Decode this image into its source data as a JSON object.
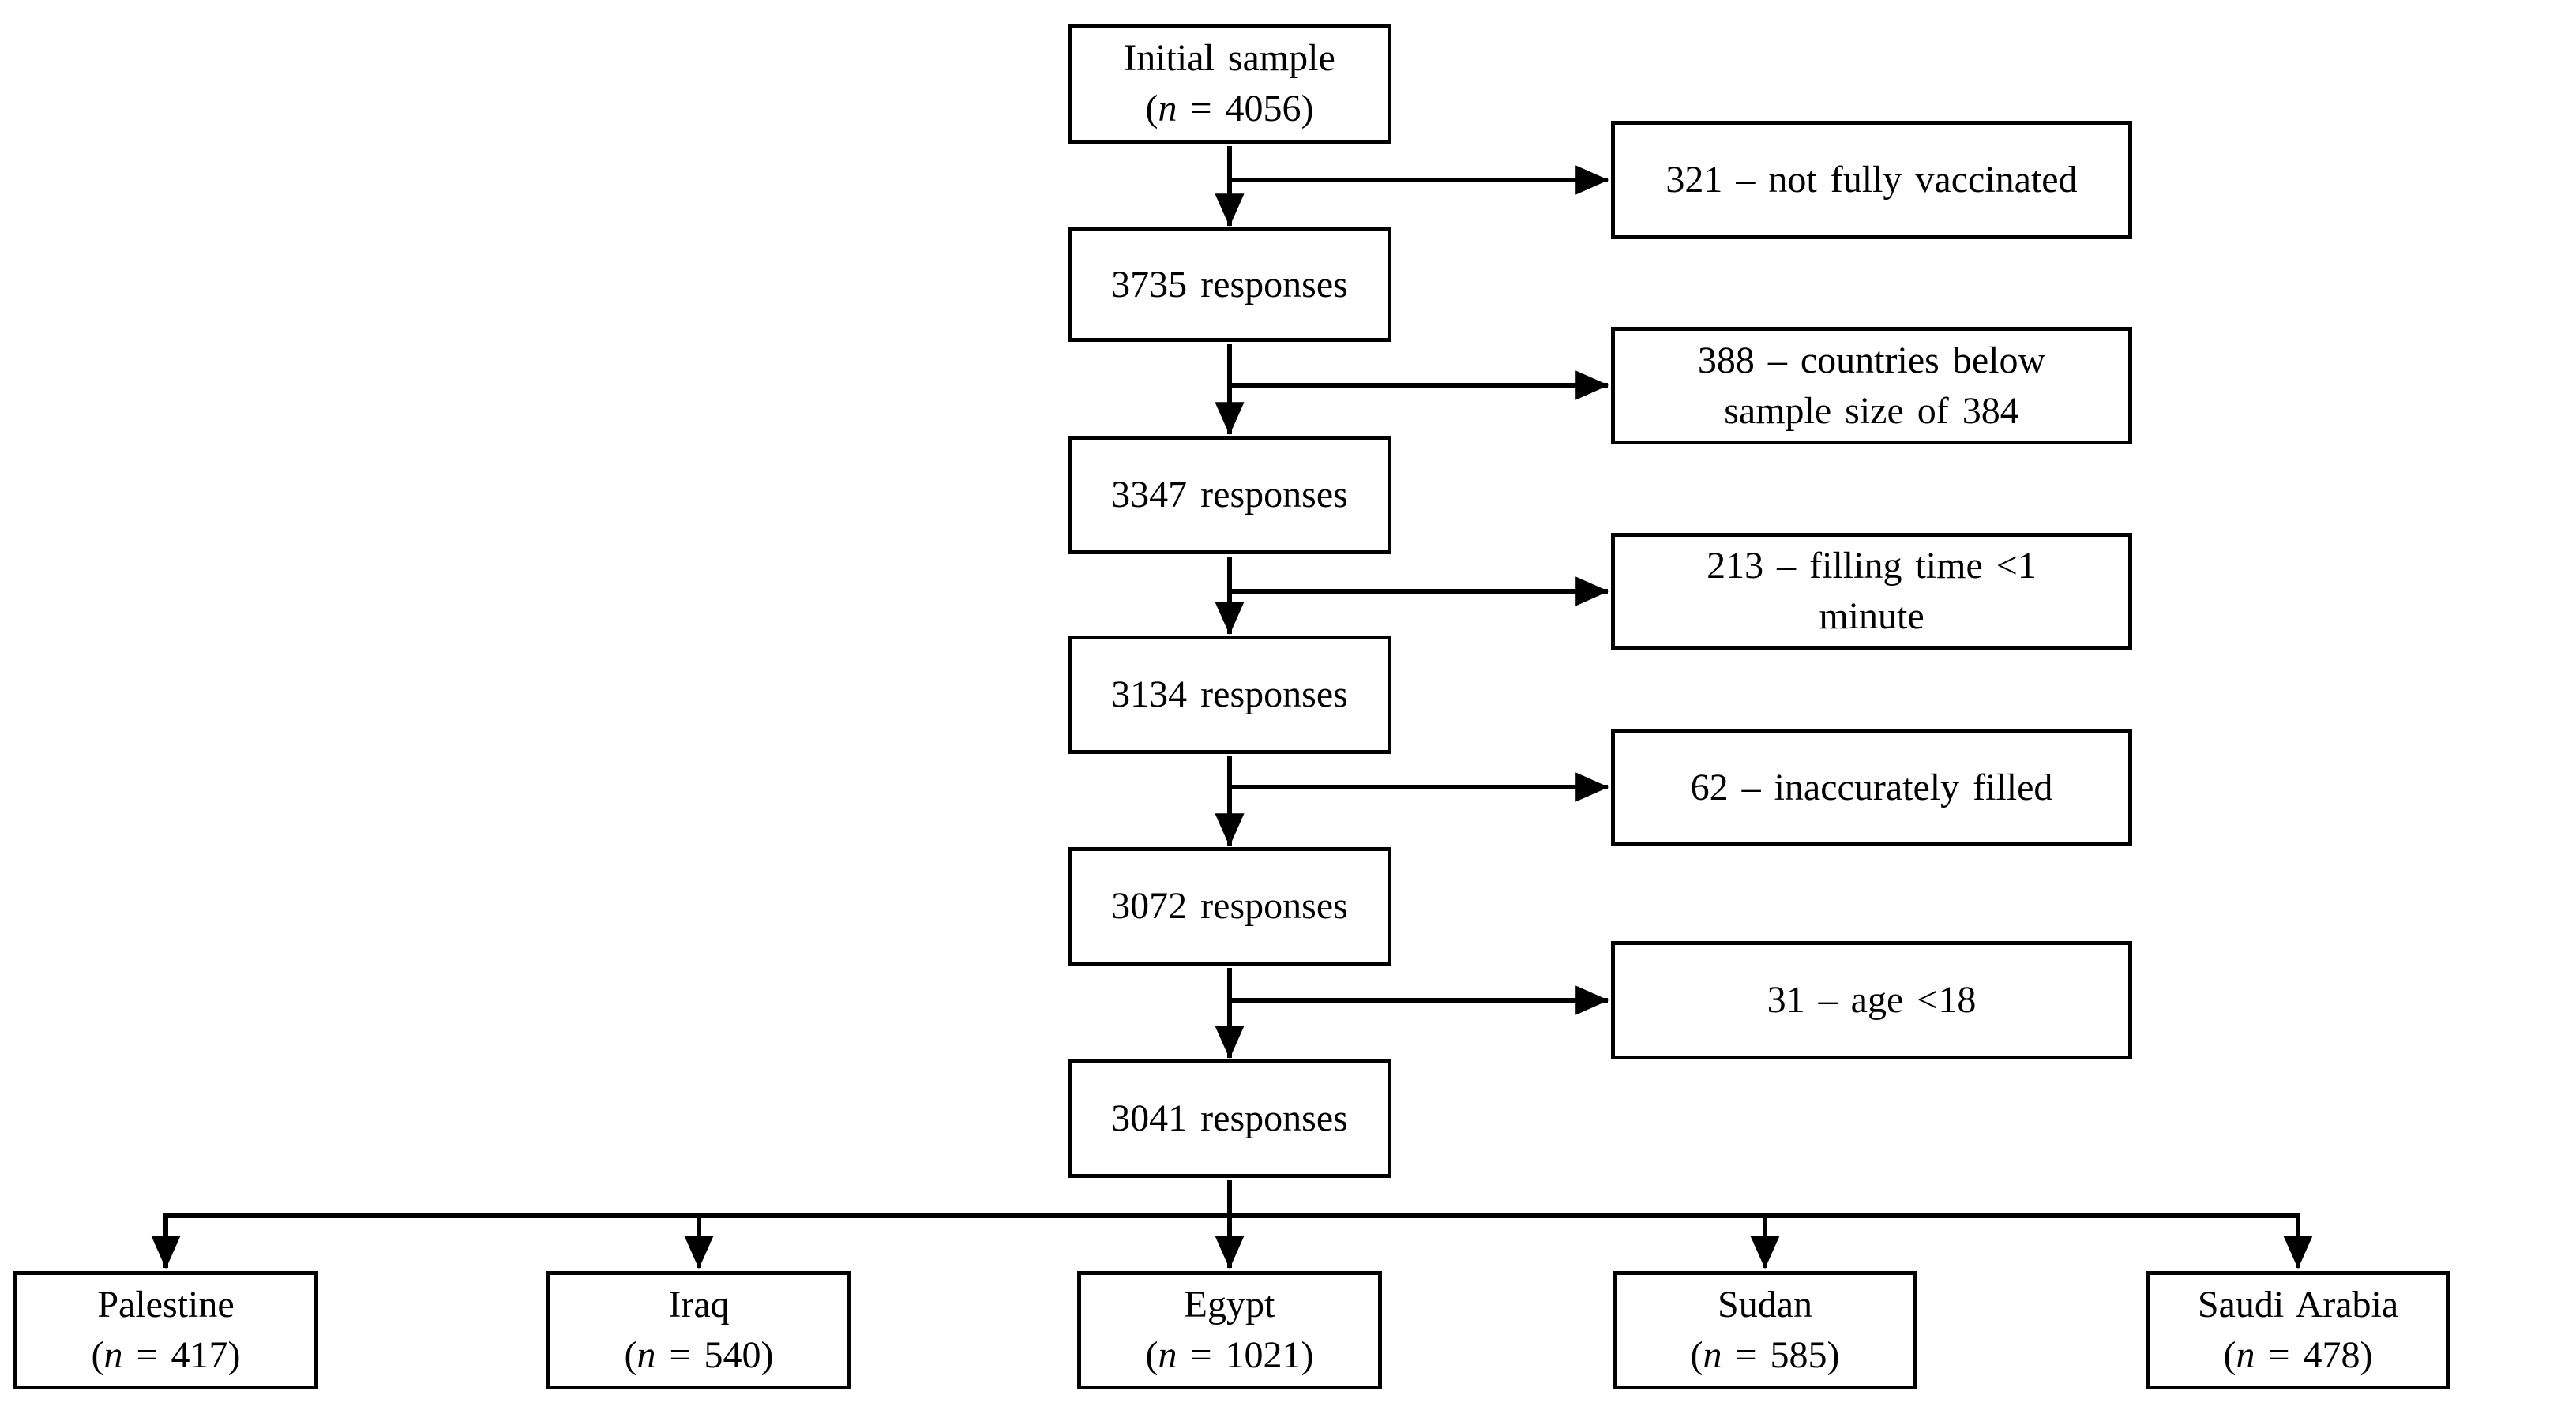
{
  "diagram_type": "participant-flow-diagram",
  "colors": {
    "background": "#ffffff",
    "box_border": "#000000",
    "line": "#000000",
    "text": "#000000"
  },
  "flow": [
    {
      "line1": "Initial sample",
      "n_prefix": "(",
      "n_var": "n",
      "n_suffix": " = 4056)"
    },
    {
      "line1": "3735 responses"
    },
    {
      "line1": "3347 responses"
    },
    {
      "line1": "3134 responses"
    },
    {
      "line1": "3072 responses"
    },
    {
      "line1": "3041 responses"
    }
  ],
  "exclusions": [
    {
      "line1": "321 – not fully vaccinated",
      "line2": ""
    },
    {
      "line1": "388 – countries below",
      "line2": "sample size of 384"
    },
    {
      "line1": "213 – filling time <1",
      "line2": "minute"
    },
    {
      "line1": "62 – inaccurately filled",
      "line2": ""
    },
    {
      "line1": "31 – age <18",
      "line2": ""
    }
  ],
  "countries": [
    {
      "name": "Palestine",
      "n_prefix": "(",
      "n_var": "n",
      "n_suffix": " = 417)"
    },
    {
      "name": "Iraq",
      "n_prefix": "(",
      "n_var": "n",
      "n_suffix": " = 540)"
    },
    {
      "name": "Egypt",
      "n_prefix": "(",
      "n_var": "n",
      "n_suffix": " = 1021)"
    },
    {
      "name": "Sudan",
      "n_prefix": "(",
      "n_var": "n",
      "n_suffix": " = 585)"
    },
    {
      "name": "Saudi Arabia",
      "n_prefix": "(",
      "n_var": "n",
      "n_suffix": " = 478)"
    }
  ]
}
